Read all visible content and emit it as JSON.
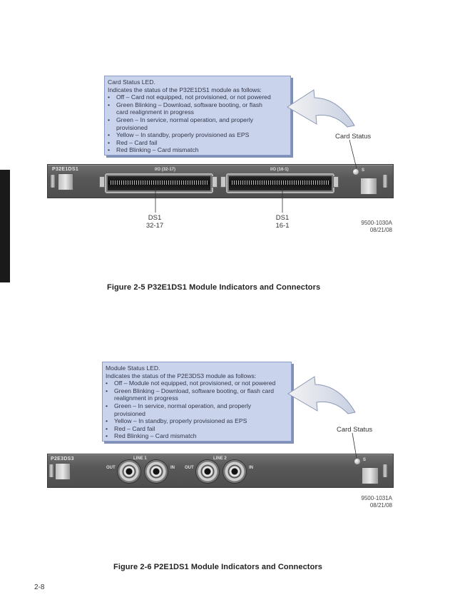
{
  "page_number": "2-8",
  "figure1": {
    "callout": {
      "title": "Card Status LED.",
      "subtitle": "Indicates the status of the P32E1DS1 module as follows:",
      "items": [
        {
          "text": "Off – Card not equipped, not provisioned, or not powered",
          "cont": ""
        },
        {
          "text": "Green Blinking – Download, software booting, or flash",
          "cont": "card realignment in progress"
        },
        {
          "text": "Green – In service, normal operation, and properly",
          "cont": "provisioned"
        },
        {
          "text": "Yellow – In standby, properly provisioned as EPS",
          "cont": ""
        },
        {
          "text": "Red – Card fail",
          "cont": ""
        },
        {
          "text": "Red Blinking – Card mismatch",
          "cont": ""
        }
      ]
    },
    "card_status_label": "Card Status",
    "panel_label": "P32E1DS1",
    "port_labels": [
      "I/O (32-17)",
      "I/O (16-1)"
    ],
    "led_label": "S",
    "connector_labels": [
      {
        "name": "DS1",
        "range": "32-17"
      },
      {
        "name": "DS1",
        "range": "16-1"
      }
    ],
    "ref_number": "9500-1030A",
    "ref_date": "08/21/08",
    "caption": "Figure 2-5  P32E1DS1 Module Indicators and Connectors"
  },
  "figure2": {
    "callout": {
      "title": "Module Status LED.",
      "subtitle": "Indicates the status of the P2E3DS3 module as follows:",
      "items": [
        {
          "text": "Off – Module not equipped, not provisioned, or not powered",
          "cont": ""
        },
        {
          "text": "Green Blinking – Download, software booting, or flash card",
          "cont": "realignment in progress"
        },
        {
          "text": "Green – In service, normal operation, and properly",
          "cont": "provisioned"
        },
        {
          "text": "Yellow – In standby, properly provisioned as EPS",
          "cont": ""
        },
        {
          "text": "Red – Card fail",
          "cont": ""
        },
        {
          "text": "Red Blinking – Card mismatch",
          "cont": ""
        }
      ]
    },
    "card_status_label": "Card Status",
    "panel_label": "P2E3DS3",
    "line_labels": [
      "LINE 1",
      "LINE 2"
    ],
    "out_label": "OUT",
    "in_label": "IN",
    "led_label": "S",
    "ref_number": "9500-1031A",
    "ref_date": "08/21/08",
    "caption": "Figure 2-6  P2E1DS1 Module Indicators and Connectors"
  }
}
